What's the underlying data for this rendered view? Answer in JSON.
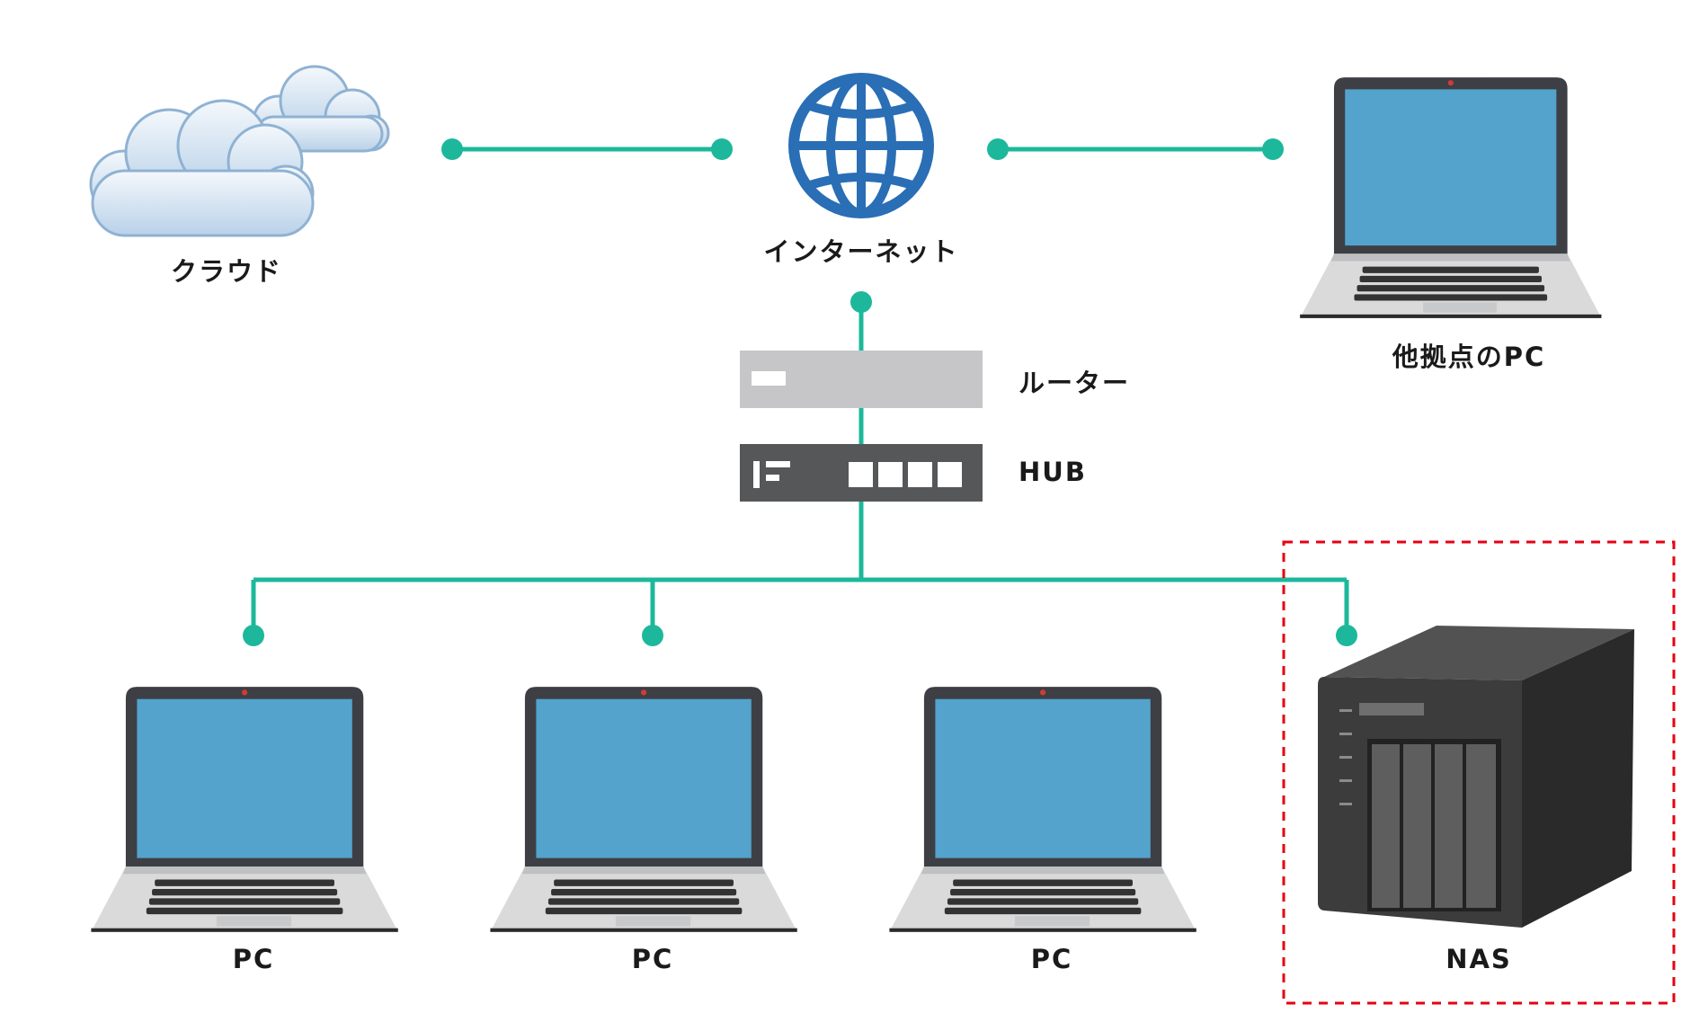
{
  "labels": {
    "cloud": "クラウド",
    "internet": "インターネット",
    "remote_pc": "他拠点のPC",
    "router": "ルーター",
    "hub": "HUB",
    "pc1": "PC",
    "pc2": "PC",
    "pc3": "PC",
    "nas": "NAS"
  },
  "colors": {
    "connection_line": "#1db89b",
    "globe": "#2a6eb5",
    "laptop_screen": "#53a3cc",
    "router_body": "#c6c6c8",
    "hub_body": "#565759",
    "nas_body": "#3a3a3a",
    "highlight_box": "#e60012"
  },
  "icons": [
    "cloud-icon",
    "globe-icon",
    "laptop-icon",
    "router-icon",
    "hub-icon",
    "nas-icon"
  ]
}
